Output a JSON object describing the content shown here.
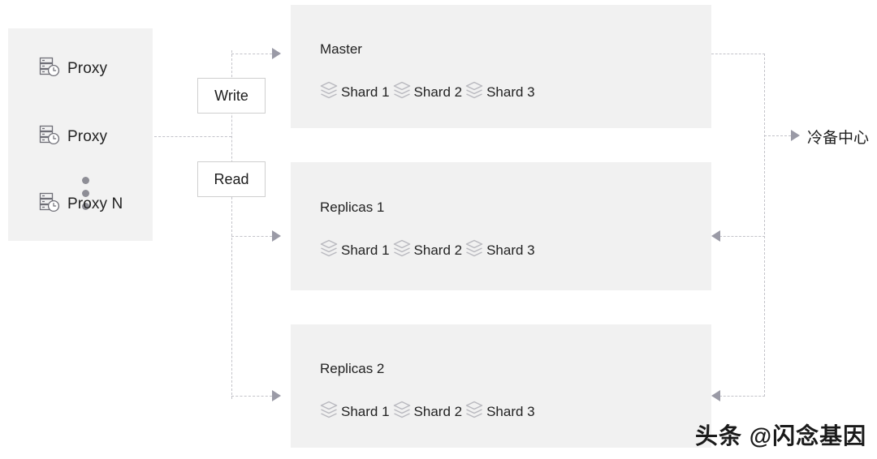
{
  "diagram": {
    "title": "Database Sharding Master-Replica Architecture",
    "colors": {
      "panel_bg": "#f2f2f2",
      "cluster_bg": "#f1f1f1",
      "line": "#c3c3c9",
      "arrow": "#9a9aa6",
      "text": "#222222",
      "dot": "#8e8e96"
    }
  },
  "proxy_panel": {
    "name": "proxy-cluster",
    "icon": "server-clock-icon",
    "rows": [
      {
        "label": "Proxy"
      },
      {
        "label": "Proxy"
      },
      {
        "label": "Proxy N"
      }
    ],
    "ellipsis_dots": 3
  },
  "routes": {
    "write": {
      "label": "Write"
    },
    "read": {
      "label": "Read"
    }
  },
  "clusters": [
    {
      "id": "master",
      "title": "Master",
      "shard_icon": "layers-stack-icon",
      "shards": [
        {
          "label": "Shard 1"
        },
        {
          "label": "Shard 2"
        },
        {
          "label": "Shard 3"
        }
      ]
    },
    {
      "id": "replicas-1",
      "title": "Replicas 1",
      "shard_icon": "layers-stack-icon",
      "shards": [
        {
          "label": "Shard 1"
        },
        {
          "label": "Shard 2"
        },
        {
          "label": "Shard 3"
        }
      ]
    },
    {
      "id": "replicas-2",
      "title": "Replicas 2",
      "shard_icon": "layers-stack-icon",
      "shards": [
        {
          "label": "Shard 1"
        },
        {
          "label": "Shard 2"
        },
        {
          "label": "Shard 3"
        }
      ]
    }
  ],
  "cold_backup": {
    "label": "冷备中心"
  },
  "watermark": {
    "text": "头条 @闪念基因"
  }
}
